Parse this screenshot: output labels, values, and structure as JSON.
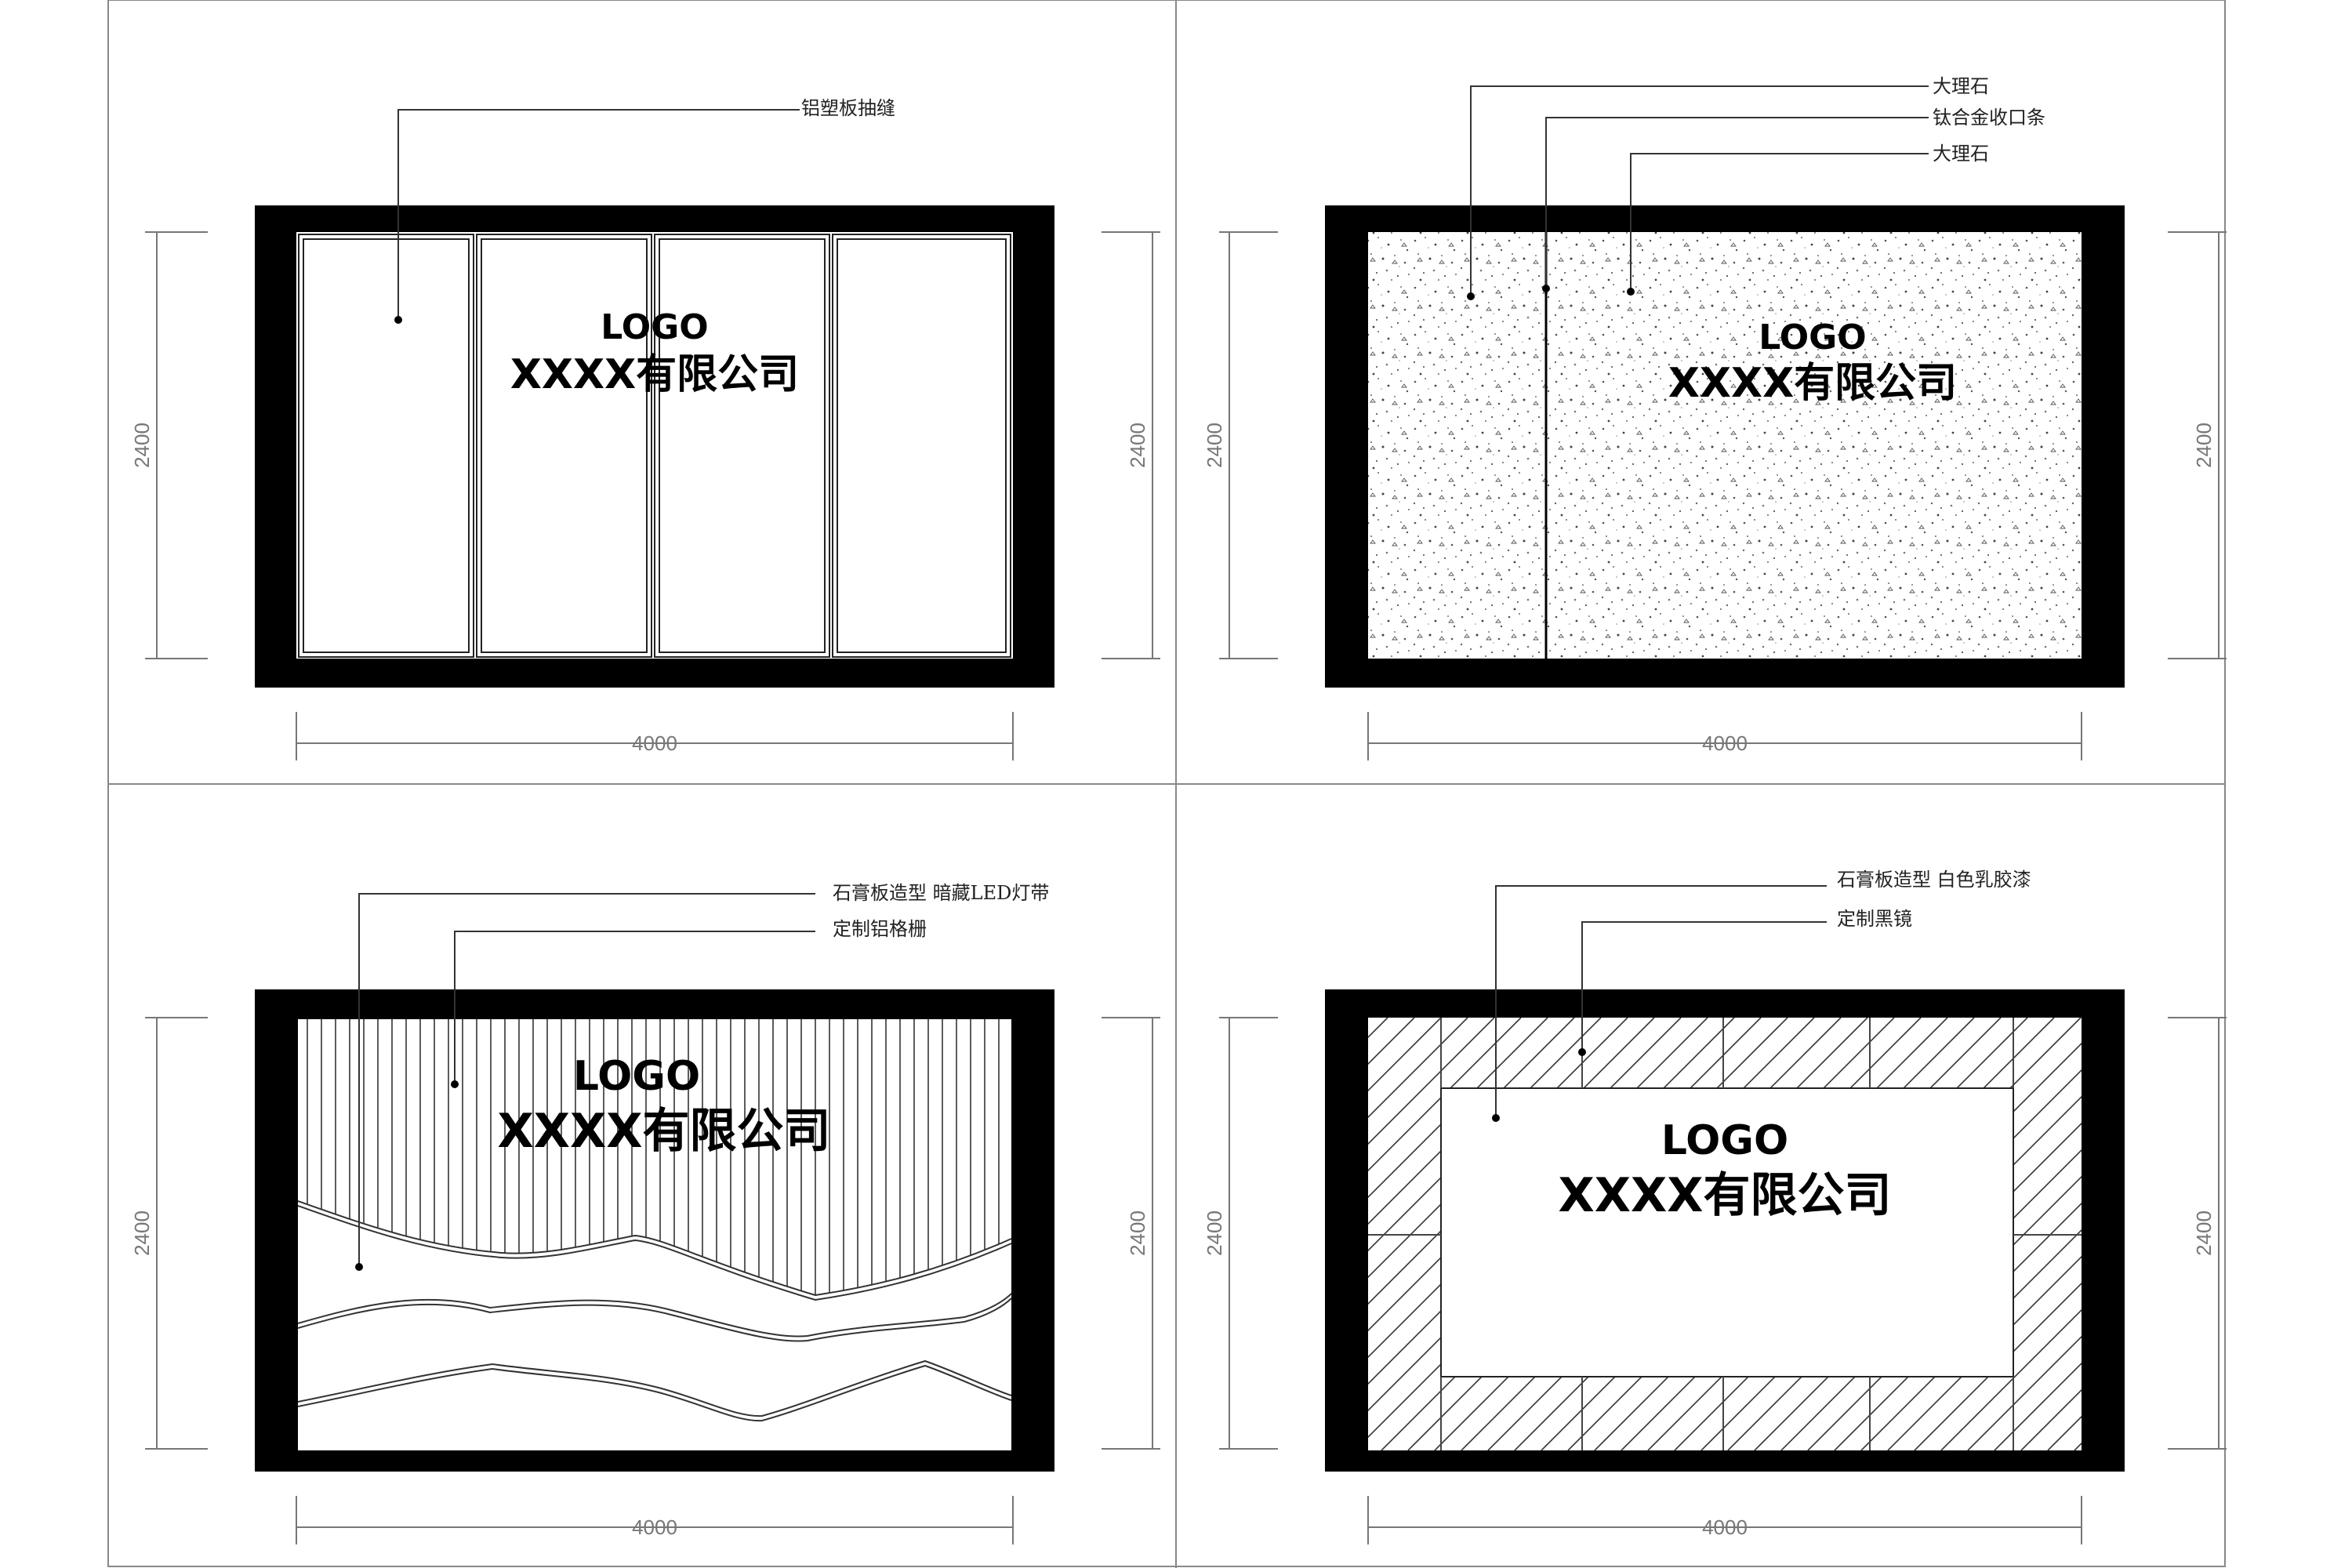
{
  "panels": [
    {
      "id": "aluminum-panel",
      "logo": "LOGO",
      "company": "XXXX有限公司",
      "callouts": [
        "铝塑板抽缝"
      ],
      "dim_width": "4000",
      "dim_height": "2400"
    },
    {
      "id": "marble-panel",
      "logo": "LOGO",
      "company": "XXXX有限公司",
      "callouts": [
        "大理石",
        "钛合金收口条",
        "大理石"
      ],
      "dim_width": "4000",
      "dim_height": "2400"
    },
    {
      "id": "grille-panel",
      "logo": "LOGO",
      "company": "XXXX有限公司",
      "callouts": [
        "石膏板造型 暗藏LED灯带",
        "定制铝格栅"
      ],
      "dim_width": "4000",
      "dim_height": "2400"
    },
    {
      "id": "mirror-panel",
      "logo": "LOGO",
      "company": "XXXX有限公司",
      "callouts": [
        "石膏板造型 白色乳胶漆",
        "定制黑镜"
      ],
      "dim_width": "4000",
      "dim_height": "2400"
    }
  ]
}
